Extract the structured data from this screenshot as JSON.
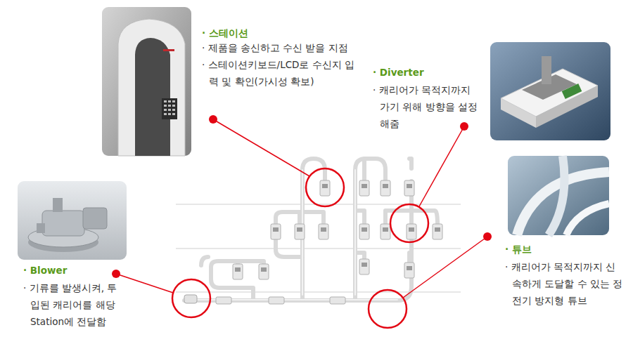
{
  "diagram": {
    "labels": [
      "· 스테이션",
      "· 제품을 송신하고 수신 받을 지점",
      "· 스테이션키보드/LCD로 수신지 입력 및 확인(가시성 확보)",
      "· Diverter",
      "· 캐리어가 목적지까지 가기 위해 방향을 설정해줌",
      "· Blower",
      "· 기류를 발생시켜, 투입된 캐리어를 해당 Station에 전달함",
      "· 튜브",
      "· 캐리어가 목적지까지 신속하게 도달할 수 있는 정전기 방지형 튜브"
    ]
  }
}
